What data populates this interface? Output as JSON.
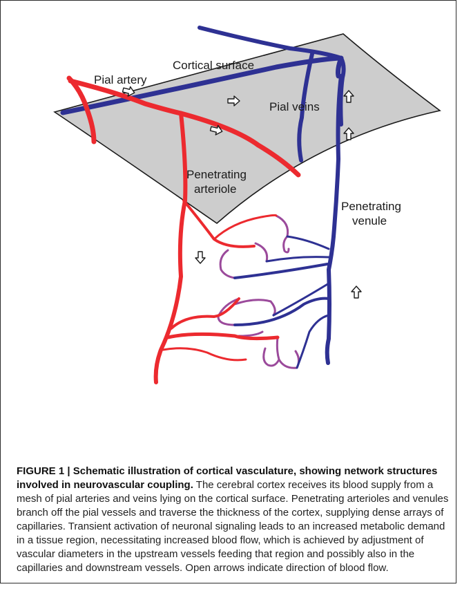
{
  "figure": {
    "labels": {
      "cortical_surface": "Cortical surface",
      "pial_artery": "Pial artery",
      "pial_veins": "Pial veins",
      "penetrating_arteriole_line1": "Penetrating",
      "penetrating_arteriole_line2": "arteriole",
      "penetrating_venule_line1": "Penetrating",
      "penetrating_venule_line2": "venule"
    },
    "colors": {
      "artery": "#ec2a2f",
      "vein": "#2e3193",
      "capillary": "#9b4a9b",
      "surface": "#cdcdcd"
    },
    "caption": {
      "label": "FIGURE 1 | ",
      "title": "Schematic illustration of cortical vasculature, showing network structures involved in neurovascular coupling.",
      "body": " The cerebral cortex receives its blood supply from a mesh of pial arteries and veins lying on the cortical surface. Penetrating arterioles and venules branch off the pial vessels and traverse the thickness of the cortex, supplying dense arrays of capillaries. Transient activation of neuronal signaling leads to an increased metabolic demand in a tissue region, necessitating increased blood flow, which is achieved by adjustment of vascular diameters in the upstream vessels feeding that region and possibly also in the capillaries and downstream vessels. Open arrows indicate direction of blood flow."
    }
  }
}
